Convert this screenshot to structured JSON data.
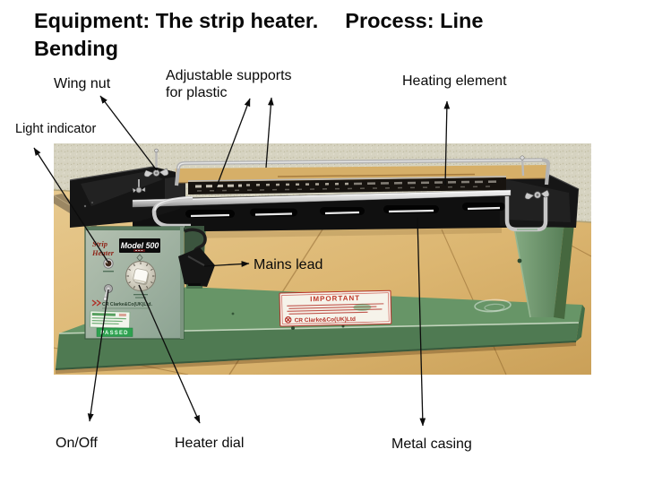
{
  "slide": {
    "title_equipment": "Equipment: The strip heater.",
    "title_process": "Process: Line Bending"
  },
  "annotations": {
    "wing_nut": "Wing nut",
    "adjustable_supports": "Adjustable supports for plastic",
    "heating_element": "Heating element",
    "light_indicator": "Light indicator",
    "mains_lead": "Mains lead",
    "on_off": "On/Off",
    "heater_dial": "Heater dial",
    "metal_casing": "Metal casing"
  },
  "photo": {
    "machine": {
      "brand_line1": "Strip",
      "brand_line2": "Heater",
      "model_label": "Model 500",
      "maker_label": "CR Clarke&Co(UK)Ltd.",
      "passed_label": "PASSED"
    },
    "warning_label": {
      "heading": "IMPORTANT",
      "maker": "CR Clarke&Co(UK)Ltd"
    },
    "colors": {
      "machine_green": "#679567",
      "casing_black": "#141414",
      "passed_green": "#2ea150",
      "warning_red": "#c0392b"
    }
  }
}
